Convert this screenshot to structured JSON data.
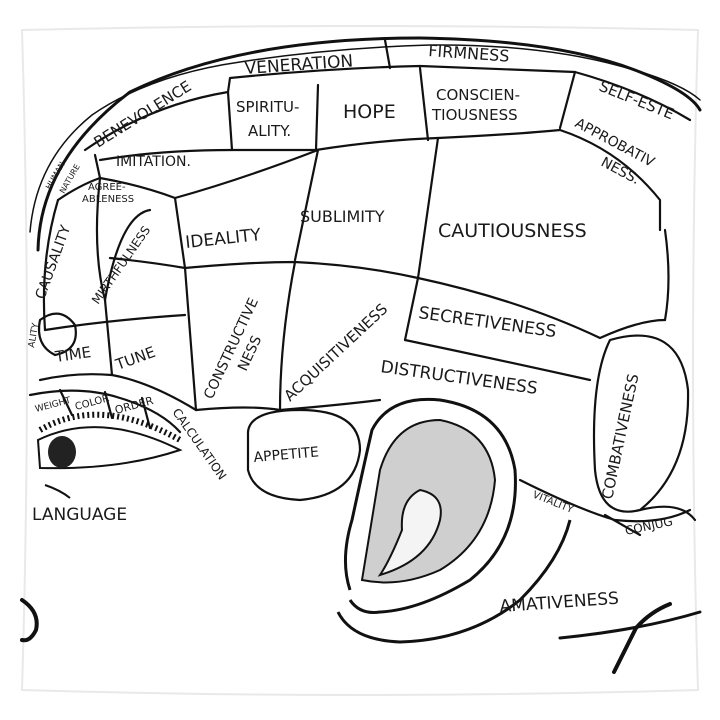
{
  "diagram": {
    "labels": {
      "veneration": "VENERATION",
      "firmness": "FIRMNESS",
      "self_esteem": "SELF-ESTE",
      "benevolence": "BENEVOLENCE",
      "spirituality_1": "SPIRITU-",
      "spirituality_2": "ALITY.",
      "hope": "HOPE",
      "conscientiousness_1": "CONSCIEN-",
      "conscientiousness_2": "TIOUSNESS",
      "approbativeness_1": "APPROBATIV",
      "approbativeness_2": "NESS.",
      "human_nature_1": "HUMAN",
      "human_nature_2": "NATURE",
      "imitation": "IMITATION.",
      "agreeableness_1": "AGREE-",
      "agreeableness_2": "ABLENESS",
      "causality": "CAUSALITY",
      "mirthfulness": "MIRTHFULNESS",
      "ideality": "IDEALITY",
      "sublimity": "SUBLIMITY",
      "cautiousness": "CAUTIOUSNESS",
      "time": "TIME",
      "tune": "TUNE",
      "constructiveness_1": "CONSTRUCTIVE",
      "constructiveness_2": "NESS",
      "acquisitiveness": "ACQUISITIVENESS",
      "secretiveness": "SECRETIVENESS",
      "destructiveness": "DISTRUCTIVENESS",
      "combativeness": "COMBATIVENESS",
      "weight": "WEIGHT",
      "color": "COLOR",
      "order": "ORDER",
      "calculation": "CALCULATION",
      "appetite": "APPETITE",
      "vitality": "VITALITY",
      "conjugality": "CONJUG",
      "language": "LANGUAGE",
      "amativeness": "AMATIVENESS",
      "locality": "ALITY"
    }
  }
}
